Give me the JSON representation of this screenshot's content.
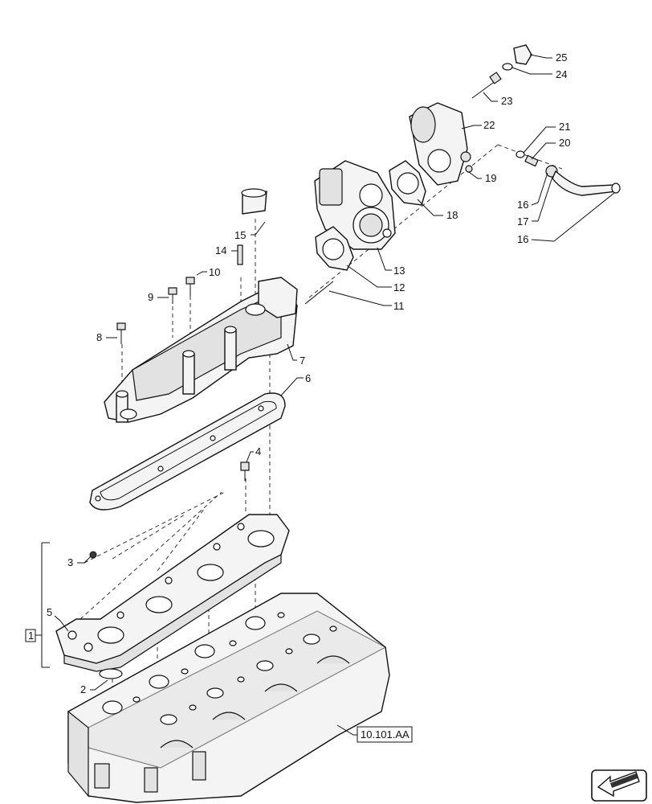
{
  "callouts": {
    "c1": "1",
    "c2": "2",
    "c3": "3",
    "c4": "4",
    "c5": "5",
    "c6": "6",
    "c7": "7",
    "c8": "8",
    "c9": "9",
    "c10": "10",
    "c11": "11",
    "c12": "12",
    "c13": "13",
    "c14": "14",
    "c15": "15",
    "c16a": "16",
    "c16b": "16",
    "c17": "17",
    "c18": "18",
    "c19": "19",
    "c20": "20",
    "c21": "21",
    "c22": "22",
    "c23": "23",
    "c24": "24",
    "c25": "25"
  },
  "reference_box": "10.101.AA",
  "nav_icon": "arrow-left-icon"
}
